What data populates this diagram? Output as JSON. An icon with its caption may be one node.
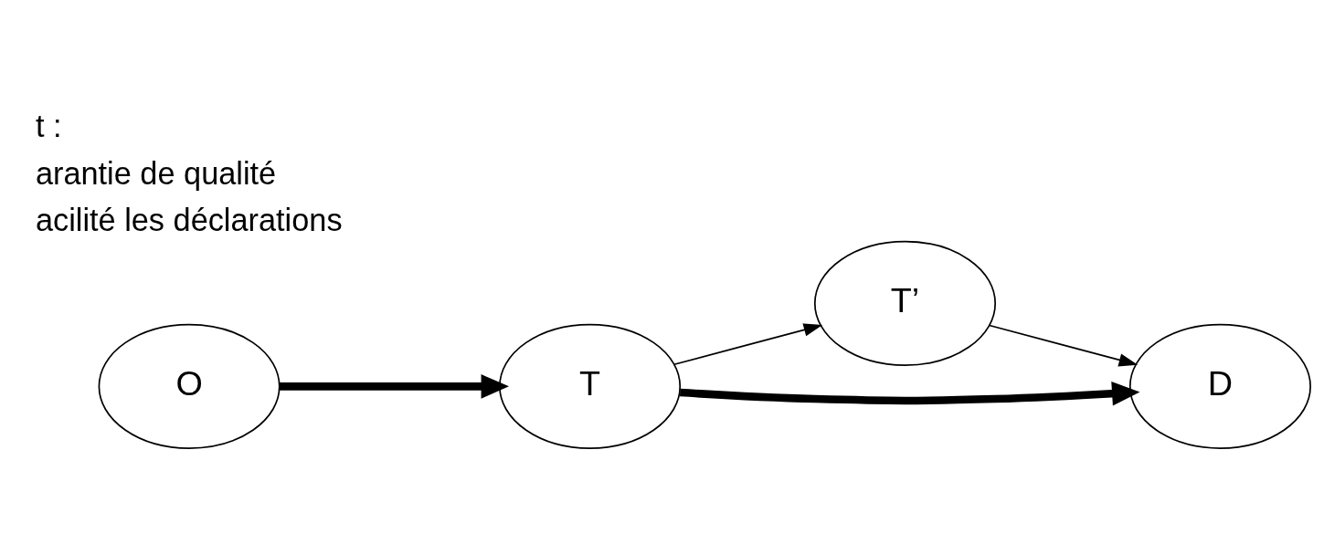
{
  "diagram": {
    "nodes": [
      {
        "text": [
          "O"
        ]
      },
      {
        "text": [
          "T"
        ]
      },
      {
        "text": [
          "T’"
        ]
      },
      {
        "text": [
          "D"
        ]
      }
    ],
    "edges": [
      {
        "from": 0,
        "to": 1,
        "arrow": "to",
        "style": "thick"
      },
      {
        "from": 1,
        "to": 2,
        "arrow": "to"
      },
      {
        "from": 1,
        "to": 3,
        "arrow": "to",
        "style": "thick"
      },
      {
        "from": 2,
        "to": 3,
        "arrow": "to"
      }
    ],
    "labels": [
      "t :",
      "arantie de qualité",
      "acilité les déclarations"
    ]
  }
}
